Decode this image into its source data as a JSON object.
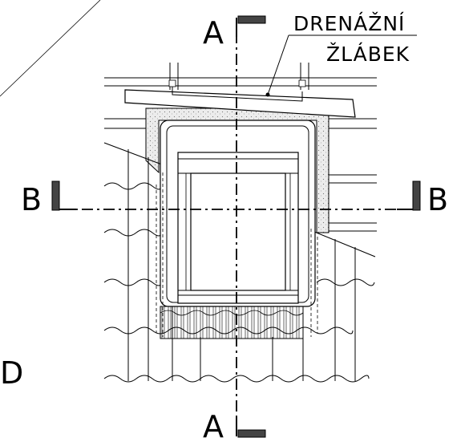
{
  "section_marks": {
    "a_top": "A",
    "a_bottom": "A",
    "b_left": "B",
    "b_right": "B"
  },
  "detail_letter": "D",
  "callout": {
    "line1": "DRENÁŽNÍ",
    "line2": "ŽLÁBEK"
  },
  "colors": {
    "line": "#000000",
    "marker_fill": "#444444",
    "mortar_fill": "#ececec"
  }
}
